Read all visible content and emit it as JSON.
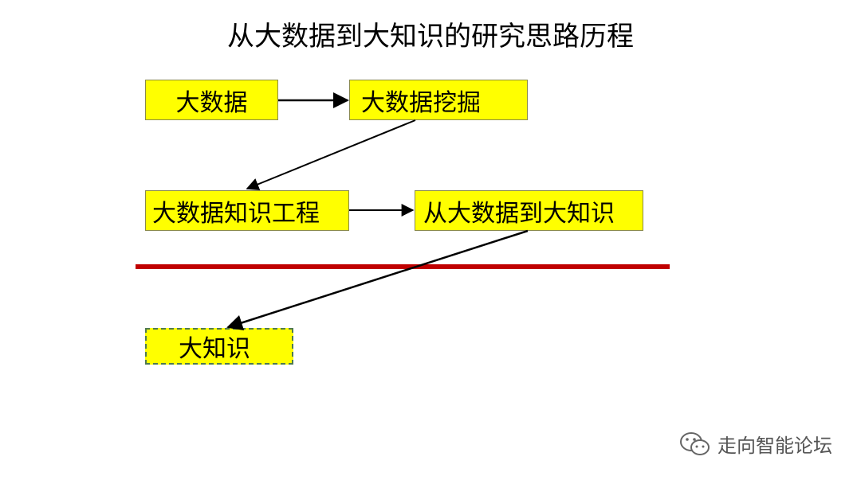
{
  "title": "从大数据到大知识的研究思路历程",
  "nodes": {
    "big_data": "大数据",
    "big_data_mining": "大数据挖掘",
    "big_data_knowledge_engineering": "大数据知识工程",
    "from_big_data_to_big_knowledge": "从大数据到大知识",
    "big_knowledge": "大知识"
  },
  "watermark": {
    "text": "走向智能论坛",
    "icon": "wechat-icon"
  },
  "colors": {
    "node_fill": "#ffff00",
    "divider": "#c00000",
    "arrow": "#000000"
  }
}
